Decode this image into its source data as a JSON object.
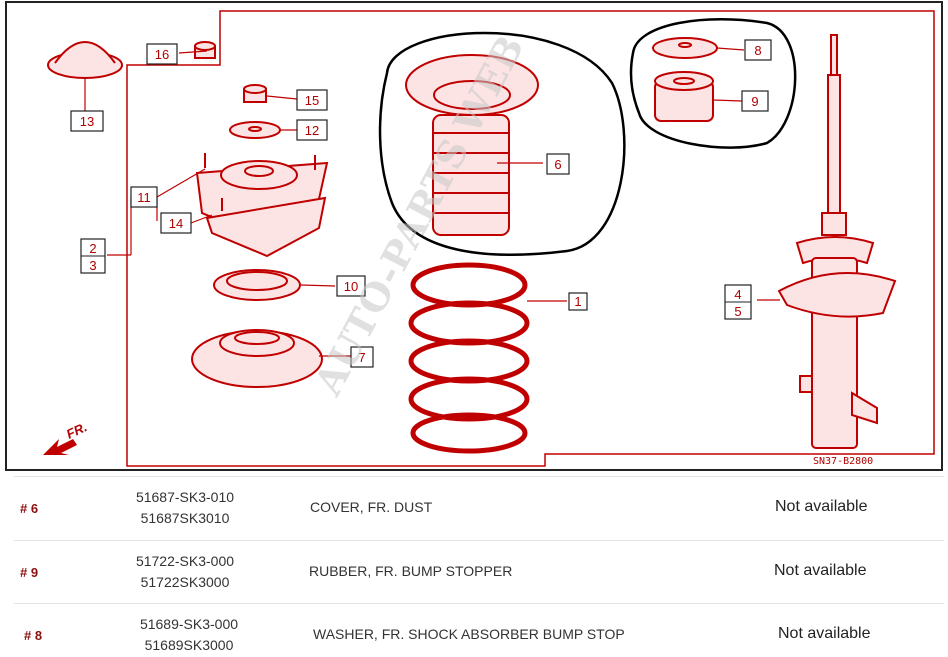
{
  "diagram": {
    "callouts": [
      "1",
      "2",
      "3",
      "4",
      "5",
      "6",
      "7",
      "8",
      "9",
      "10",
      "11",
      "12",
      "13",
      "14",
      "15",
      "16"
    ],
    "diagram_code": "SN37-B2800",
    "direction_label": "FR.",
    "watermark": "AUTO-PARTS WEB",
    "colors": {
      "line": "#c00000",
      "circle": "#000000",
      "frame": "#222222"
    }
  },
  "parts": [
    {
      "ref": "# 6",
      "code": "51687-SK3-010",
      "code_compact": "51687SK3010",
      "description": "COVER, FR. DUST",
      "availability": "Not available"
    },
    {
      "ref": "# 9",
      "code": "51722-SK3-000",
      "code_compact": "51722SK3000",
      "description": "RUBBER, FR. BUMP STOPPER",
      "availability": "Not available"
    },
    {
      "ref": "# 8",
      "code": "51689-SK3-000",
      "code_compact": "51689SK3000",
      "description": "WASHER, FR. SHOCK ABSORBER BUMP STOP",
      "availability": "Not available"
    }
  ]
}
